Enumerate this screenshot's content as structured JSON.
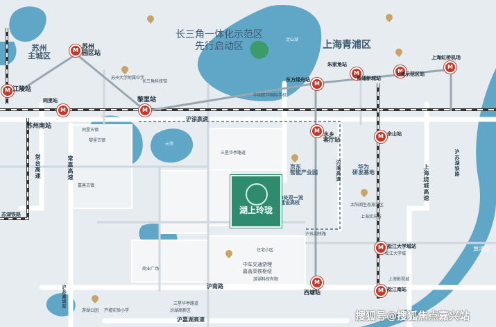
{
  "regions": {
    "demo_zone": "长三角一体化示范区",
    "demo_zone_sub": "先行启动区",
    "qingpu": "上海青浦区",
    "suzhou_main": "苏州",
    "suzhou_main_2": "主城区",
    "jingdong": "京东",
    "jingdong_2": "智能产业园",
    "huawei": "华为",
    "huawei_2": "研发基地",
    "univ_3": "3处双一流",
    "univ_3_2": "建设高校"
  },
  "stations": {
    "jiangling": "江陵站",
    "suzhou_park": "苏州",
    "suzhou_park_2": "园区站",
    "suzhou_south": "苏州南站",
    "lili": "黎里站",
    "tongli": "同里站",
    "dongfang": "东方绿舟站",
    "shuixiang": "水乡",
    "shuixiang_2": "客厅站",
    "zhujiajiao": "朱家角站",
    "qingpu_xincheng": "青浦新城站",
    "hongqiao_airport": "上海虹桥机场",
    "demo_station": "上海示范区站",
    "xitang": "西塘站",
    "songjiang_univ": "松江大学城站",
    "songjiang_south": "松江南站",
    "sheshan": "佘山站"
  },
  "roads": {
    "hunan": "沪渝高速",
    "hunan_south": "沪南路",
    "changtai": "常台高速",
    "changjia": "常嘉高速",
    "suhu": "苏湖铁路",
    "shanghai_sucheng": "上海绕城高速",
    "husu": "沪苏湖铁路",
    "hujia": "沪嘉湖高速",
    "huyu": "沪渝高速",
    "songjiang_line": "沪苏嘉城际"
  },
  "pois": {
    "p1": "中国航华国际学校",
    "p2": "苏州大学附属中学",
    "p3": "长三角科技馆",
    "p4": "黄浦江",
    "p5": "淀山湖",
    "p6": "元荡",
    "p7": "三星华亭路道",
    "p8": "中车交通游理",
    "p9": "嘉善高铁枢纽",
    "p10": "游湖科技有限",
    "p11": "太阳湖生态旅游区",
    "p12": "上海欢乐谷",
    "p13": "松江大学城",
    "p14": "上海影视城",
    "p15": "住宅小区",
    "p16": "商业广场",
    "p17": "嘉善古镇",
    "p18": "游湖公园",
    "p19": "芦墟实验小学",
    "p20": "黎里古镇",
    "p21": "同里古镇",
    "p22": "三星华亭路道",
    "p23": "汾湖高新区",
    "p24": "沪苏湖铁路"
  },
  "project": {
    "name": "湖上玲珑"
  },
  "watermark": "搜狐号@搜狐焦点嘉兴站",
  "colors": {
    "water": "#5fa6c7",
    "land": "#e6ecef",
    "road": "#ffffff",
    "rail": "#333333",
    "metro": "#c0392b",
    "highlight": "#2e8b6e"
  }
}
